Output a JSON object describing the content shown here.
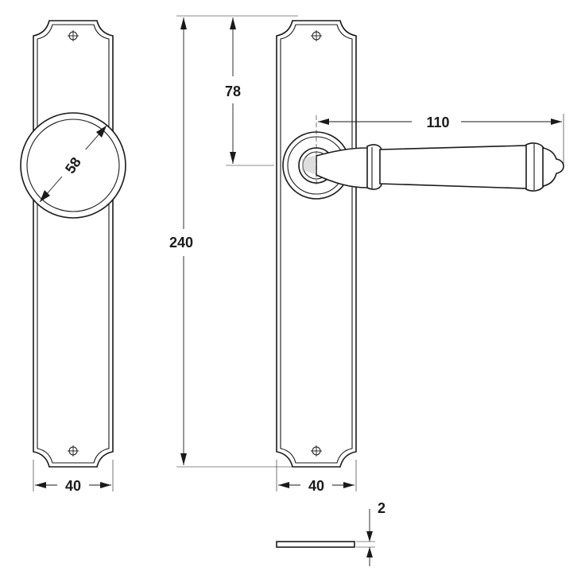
{
  "dimensions": {
    "left_plate_width": "40",
    "knob_diameter": "58",
    "plate_height": "240",
    "lever_offset": "78",
    "lever_length": "110",
    "right_plate_width": "40",
    "plate_thickness": "2"
  }
}
